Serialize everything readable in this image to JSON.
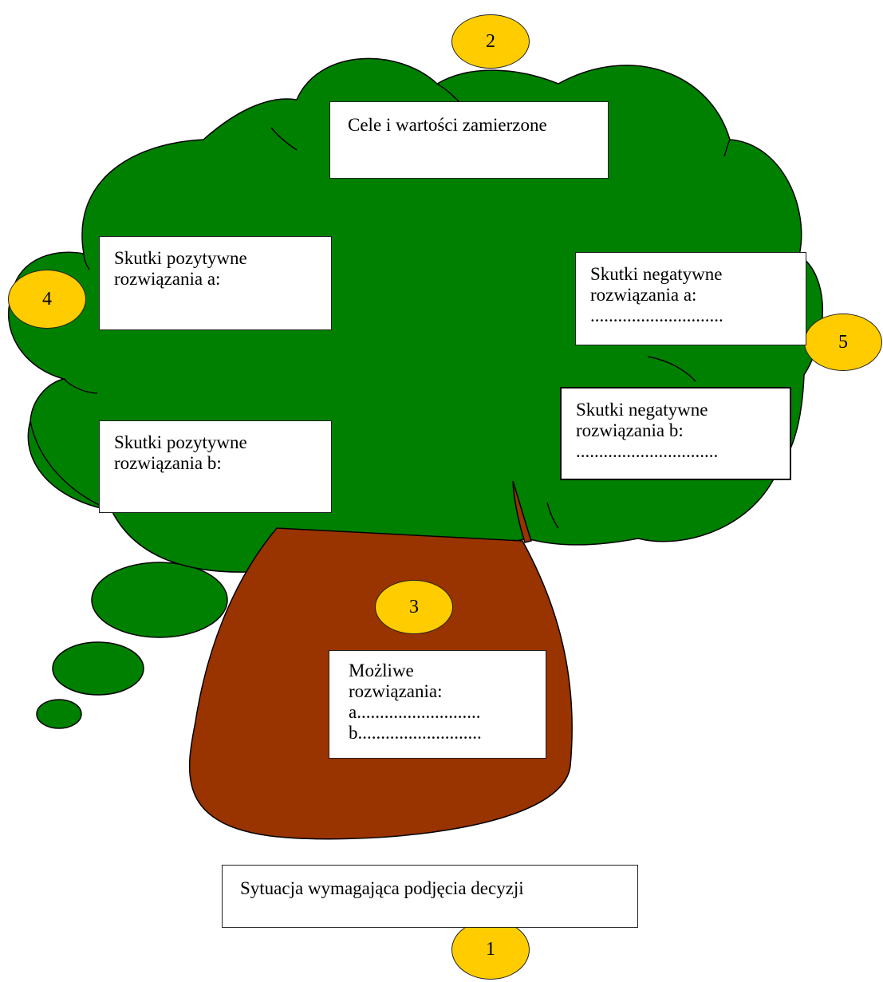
{
  "colors": {
    "foliage": "#008000",
    "trunk": "#993300",
    "badge": "#ffcc00",
    "outline": "#000000",
    "box_background": "#ffffff"
  },
  "diagram": {
    "situation": {
      "text": "Sytuacja wymagająca podjęcia decyzji",
      "badge": "1"
    },
    "goals": {
      "text": "Cele i wartości zamierzone",
      "badge": "2"
    },
    "possible_solutions": {
      "lines": [
        "Możliwe",
        "rozwiązania:",
        "a...........................",
        "b..........................."
      ],
      "badge": "3"
    },
    "positive_a": {
      "lines": [
        "Skutki pozytywne",
        "rozwiązania a:"
      ],
      "badge": "4"
    },
    "positive_b": {
      "lines": [
        "Skutki pozytywne",
        "rozwiązania b:"
      ]
    },
    "negative_a": {
      "lines": [
        "Skutki negatywne",
        "rozwiązania a:",
        "............................."
      ],
      "badge": "5"
    },
    "negative_b": {
      "lines": [
        "Skutki negatywne",
        "rozwiązania b:",
        "..............................."
      ]
    }
  }
}
